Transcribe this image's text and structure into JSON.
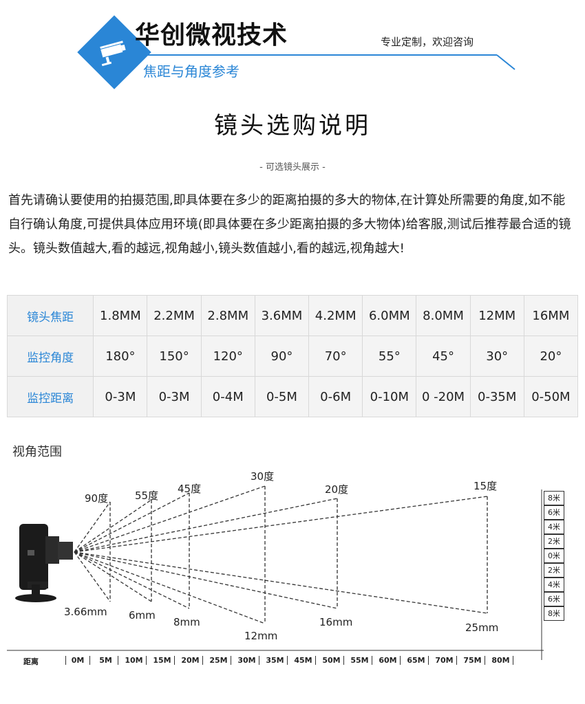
{
  "header": {
    "brand_title": "华创微视技术",
    "brand_sub": "焦距与角度参考",
    "slogan": "专业定制，欢迎咨询"
  },
  "section": {
    "title": "镜头选购说明",
    "subtitle": "- 可选镜头展示 -"
  },
  "intro": "首先请确认要使用的拍摄范围,即具体要在多少的距离拍摄的多大的物体,在计算处所需要的角度,如不能自行确认角度,可提供具体应用环境(即具体要在多少距离拍摄的多大物体)给客服,测试后推荐最合适的镜头。镜头数值越大,看的越远,视角越小,镜头数值越小,看的越远,视角越大!",
  "table": {
    "rows": [
      {
        "head": "镜头焦距",
        "cells": [
          "1.8MM",
          "2.2MM",
          "2.8MM",
          "3.6MM",
          "4.2MM",
          "6.0MM",
          "8.0MM",
          "12MM",
          "16MM"
        ]
      },
      {
        "head": "监控角度",
        "cells": [
          "180°",
          "150°",
          "120°",
          "90°",
          "70°",
          "55°",
          "45°",
          "30°",
          "20°"
        ]
      },
      {
        "head": "监控距离",
        "cells": [
          "0-3M",
          "0-3M",
          "0-4M",
          "0-5M",
          "0-6M",
          "0-10M",
          "0 -20M",
          "0-35M",
          "0-50M"
        ]
      }
    ]
  },
  "diagram": {
    "label": "视角范围",
    "angles": [
      "90度",
      "55度",
      "45度",
      "30度",
      "20度",
      "15度"
    ],
    "lenses": [
      "3.66mm",
      "6mm",
      "8mm",
      "12mm",
      "16mm",
      "25mm"
    ],
    "scale": [
      "8米",
      "6米",
      "4米",
      "2米",
      "0米",
      "2米",
      "4米",
      "6米",
      "8米"
    ],
    "distance_label": "距离",
    "distances": [
      "0M",
      "5M",
      "10M",
      "15M",
      "20M",
      "25M",
      "30M",
      "35M",
      "45M",
      "50M",
      "55M",
      "60M",
      "65M",
      "70M",
      "75M",
      "80M"
    ]
  },
  "colors": {
    "accent": "#2a86d6",
    "table_bg": "#f4f4f4"
  }
}
